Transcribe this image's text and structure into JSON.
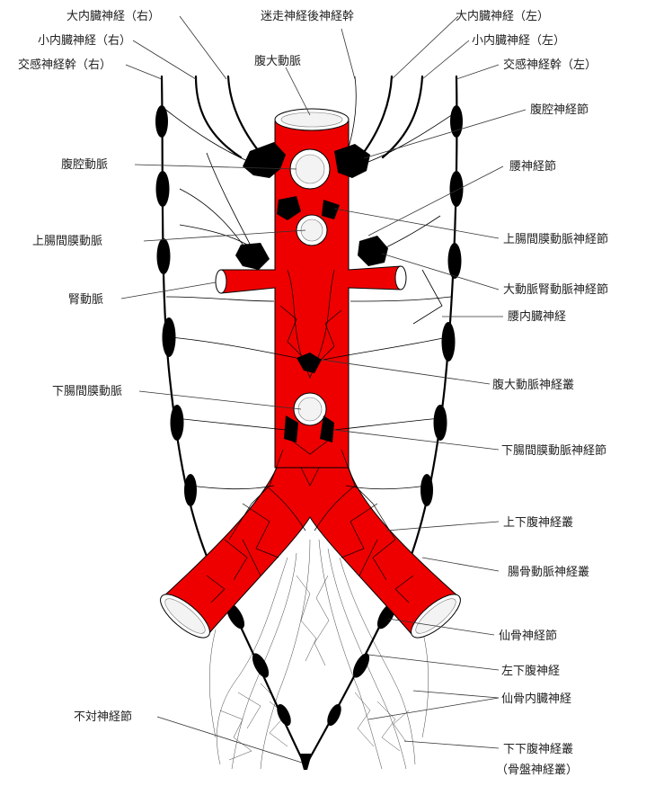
{
  "labels": {
    "greater_splanchnic_right": "大内臓神経（右）",
    "lesser_splanchnic_right": "小内臓神経（右）",
    "sympathetic_trunk_right": "交感神経幹（右）",
    "vagus_posterior_trunk": "迷走神経後神経幹",
    "greater_splanchnic_left": "大内臓神経（左）",
    "lesser_splanchnic_left": "小内臓神経（左）",
    "sympathetic_trunk_left": "交感神経幹（左）",
    "abdominal_aorta": "腹大動脈",
    "celiac_ganglion": "腹腔神経節",
    "celiac_artery": "腹腔動脈",
    "lumbar_ganglion": "腰神経節",
    "superior_mesenteric_artery": "上腸間膜動脈",
    "superior_mesenteric_ganglion": "上腸間膜動脈神経節",
    "renal_artery": "腎動脈",
    "aorticorenal_ganglion": "大動脈腎動脈神経節",
    "lumbar_splanchnic": "腰内臓神経",
    "abdominal_aortic_plexus": "腹大動脈神経叢",
    "inferior_mesenteric_artery": "下腸間膜動脈",
    "inferior_mesenteric_ganglion": "下腸間膜動脈神経節",
    "superior_hypogastric_plexus": "上下腹神経叢",
    "iliac_plexus": "腸骨動脈神経叢",
    "sacral_ganglion": "仙骨神経節",
    "left_hypogastric_nerve": "左下腹神経",
    "sacral_splanchnic": "仙骨内臓神経",
    "ganglion_impar": "不対神経節",
    "inferior_hypogastric_plexus": "下下腹神経叢",
    "pelvic_plexus": "（骨盤神経叢）"
  },
  "colors": {
    "artery": "#ee0000",
    "nerve": "#000000",
    "background": "#ffffff"
  }
}
